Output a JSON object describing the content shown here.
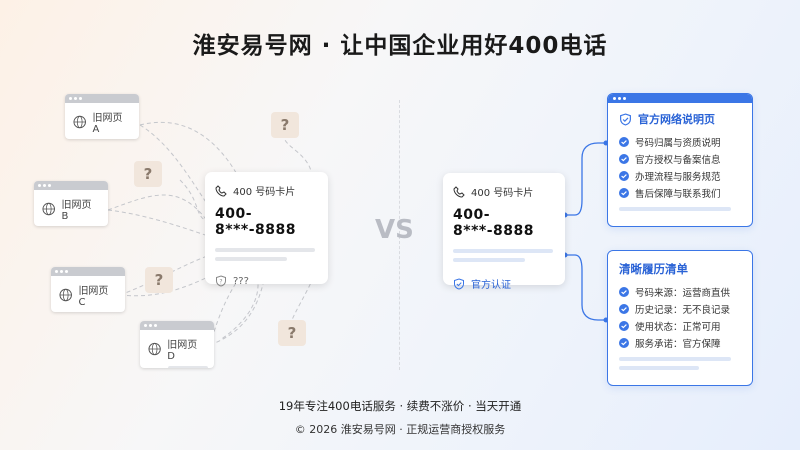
{
  "title": "淮安易号网 · 让中国企业用好400电话",
  "old_pages": [
    {
      "label": "旧网页 A"
    },
    {
      "label": "旧网页 B"
    },
    {
      "label": "旧网页 C"
    },
    {
      "label": "旧网页 D"
    }
  ],
  "question_mark": "?",
  "left_card": {
    "label": "400 号码卡片",
    "number": "400-8***-8888",
    "unknown": "???"
  },
  "vs": "VS",
  "right_card": {
    "label": "400 号码卡片",
    "number": "400-8***-8888",
    "verified": "官方认证"
  },
  "official_page": {
    "title": "官方网络说明页",
    "items": [
      "号码归属与资质说明",
      "官方授权与备案信息",
      "办理流程与服务规范",
      "售后保障与联系我们"
    ]
  },
  "history": {
    "title": "清晰履历清单",
    "items": [
      "号码来源：运营商直供",
      "历史记录：无不良记录",
      "使用状态：正常可用",
      "服务承诺：官方保障"
    ]
  },
  "footer": {
    "line1": "19年专注400电话服务 · 续费不涨价 · 当天开通",
    "line2": "© 2026 淮安易号网 · 正规运营商授权服务"
  },
  "colors": {
    "accent": "#3b76e6",
    "gray_window": "#c9cbd0",
    "question_bg": "#f1e6dc"
  }
}
